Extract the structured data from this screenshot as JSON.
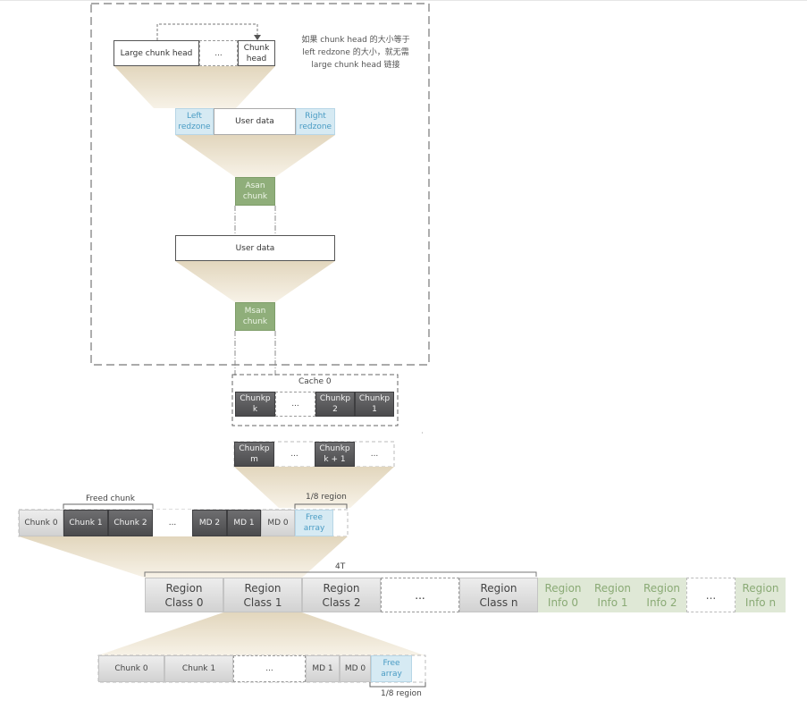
{
  "note": "如果 chunk head 的大小等于\nleft redzone 的大小，就无需\nlarge chunk head 链接",
  "header_row": {
    "large_chunk_head": "Large chunk head",
    "ellipsis": "...",
    "chunk_head": "Chunk\nhead"
  },
  "user_data_row": {
    "left_redzone": "Left\nredzone",
    "user_data": "User data",
    "right_redzone": "Right\nredzone"
  },
  "asan_chunk": "Asan\nchunk",
  "msan_user_data": "User data",
  "msan_chunk": "Msan\nchunk",
  "cache": {
    "title": "Cache 0",
    "items": [
      "Chunkp\nk",
      "...",
      "Chunkp\n2",
      "Chunkp\n1"
    ]
  },
  "free_list": {
    "items": [
      "Chunkp\nm",
      "...",
      "Chunkp\nk + 1",
      "..."
    ]
  },
  "region_chunks": {
    "freed_label": "Freed chunk",
    "one_eighth_label": "1/8 region",
    "items": [
      "Chunk 0",
      "Chunk 1",
      "Chunk 2",
      "...",
      "MD 2",
      "MD 1",
      "MD 0",
      "Free\narray"
    ]
  },
  "regions": {
    "label_4t": "4T",
    "classes": [
      "Region\nClass 0",
      "Region\nClass 1",
      "Region\nClass 2",
      "...",
      "Region\nClass n"
    ],
    "infos": [
      "Region\nInfo 0",
      "Region\nInfo 1",
      "Region\nInfo 2",
      "...",
      "Region\nInfo n"
    ]
  },
  "bottom_chunks": {
    "items": [
      "Chunk 0",
      "Chunk 1",
      "...",
      "MD 1",
      "MD 0",
      "Free\narray"
    ],
    "one_eighth_label": "1/8 region"
  }
}
